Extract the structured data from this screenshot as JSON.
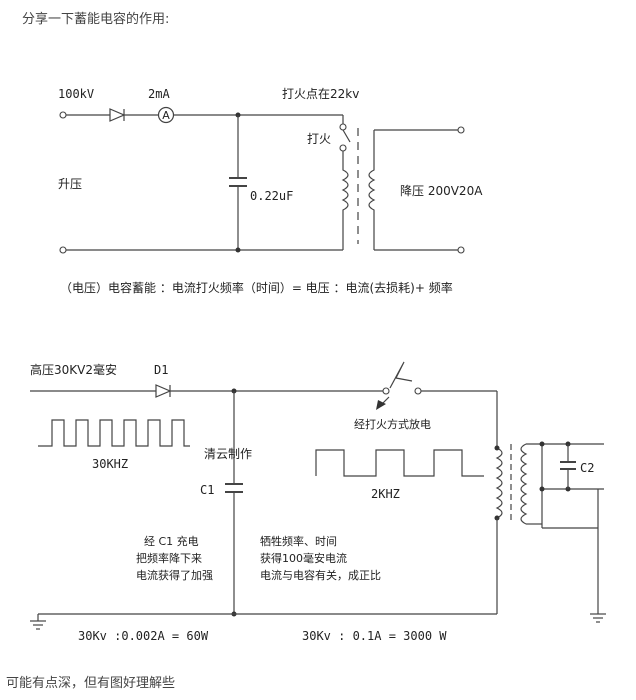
{
  "post": {
    "intro": "分享一下蓄能电容的作用:",
    "outro": "可能有点深，但有图好理解些"
  },
  "diagram1": {
    "input_voltage": "100kV",
    "current": "2mA",
    "ammeter_symbol": "A",
    "spark_point": "打火点在22kv",
    "spark": "打火",
    "step_up": "升压",
    "capacitor": "0.22uF",
    "step_down": "降压  200V20A",
    "formula": "（电压）电容蓄能  ：电流打火频率（时间）= 电压 ：电流(去损耗)+  频率"
  },
  "diagram2": {
    "source": "高压30KV2毫安",
    "diode": "D1",
    "spark_discharge": "经打火方式放电",
    "freq_in": "30KHZ",
    "author": "清云制作",
    "cap_c1": "C1",
    "freq_out": "2KHZ",
    "cap_c2": "C2",
    "note_left": [
      "经 C1 充电",
      "把频率降下来",
      "电流获得了加强"
    ],
    "note_right": [
      "牺牲频率、时间",
      "获得100毫安电流",
      "电流与电容有关，成正比"
    ],
    "power_left": "30Kv :0.002A = 60W",
    "power_right": "30Kv :  0.1A = 3000 W"
  }
}
